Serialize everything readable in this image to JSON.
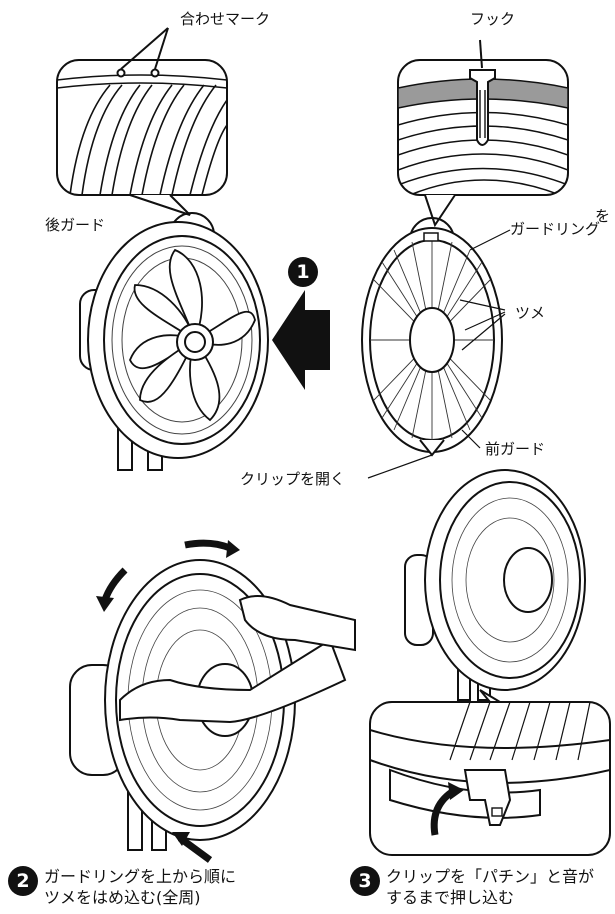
{
  "labels": {
    "alignment_mark": "合わせマーク",
    "hook": "フック",
    "rear_guard": "後ガード",
    "guard_ring": "ガードリング",
    "claws": "ツメ",
    "front_guard": "前ガード",
    "open_clip": "クリップを開く",
    "stray_char": "を"
  },
  "steps": [
    {
      "number": "1",
      "lines": []
    },
    {
      "number": "2",
      "lines": [
        "ガードリングを上から順に",
        "ツメをはめ込む(全周)"
      ]
    },
    {
      "number": "3",
      "lines": [
        "クリップを「パチン」と音が",
        "するまで押し込む"
      ]
    }
  ],
  "colors": {
    "ink": "#111111",
    "gray_band": "#9a9a9a",
    "badge": "#111111"
  }
}
